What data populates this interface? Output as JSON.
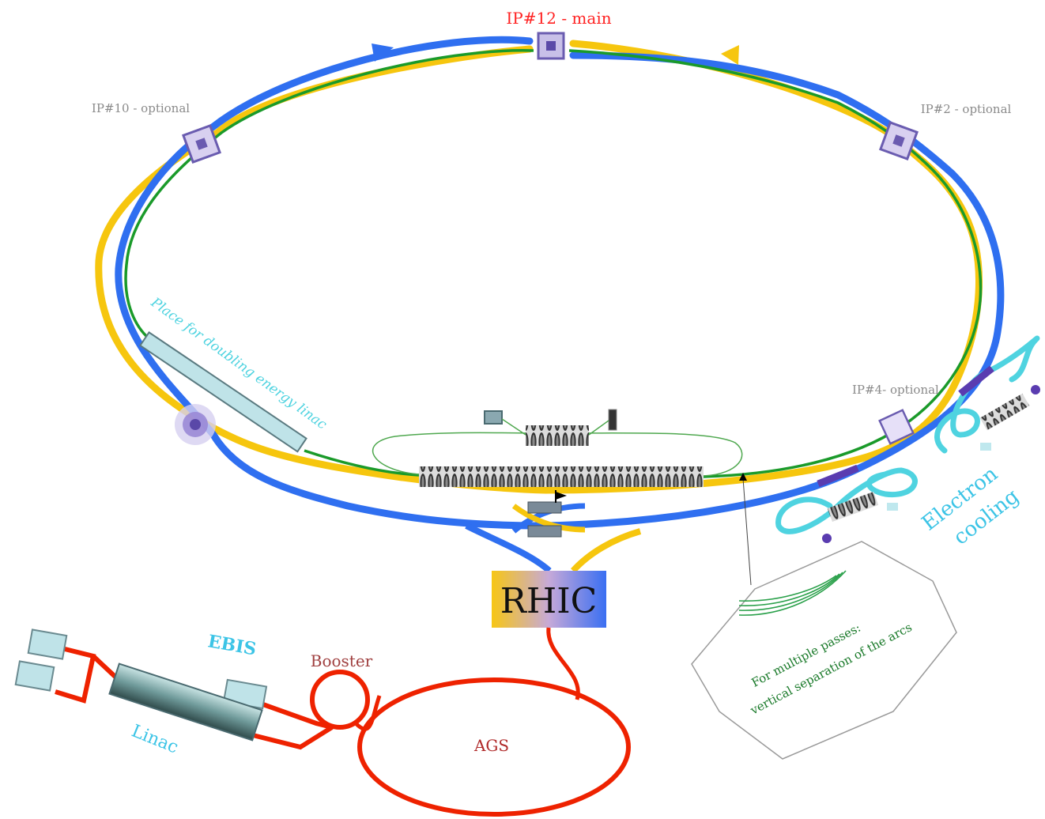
{
  "labels": {
    "ip12": "IP#12 - main",
    "ip10": "IP#10 - optional",
    "ip2": "IP#2 - optional",
    "ip4": "IP#4- optional",
    "linac_place": "Place for doubling energy linac",
    "rhic": "RHIC",
    "electron": "Electron",
    "cooling": "cooling",
    "ebis": "EBIS",
    "booster": "Booster",
    "linac": "Linac",
    "ags": "AGS",
    "multi_pass_line1": "For multiple passes:",
    "multi_pass_line2": "vertical separation of the arcs"
  },
  "colors": {
    "blue_ring": "#2f6ff0",
    "yellow_ring": "#f6c60e",
    "green_line": "#1a9a2a",
    "red_line": "#ee2200",
    "cyan_label": "#3cc4e6",
    "ip_box": "#7060b0",
    "ip_main_label": "#ff2222",
    "ip_opt_label": "#8a8a8a",
    "booster_label": "#a04040",
    "ags_label": "#b02a2a"
  }
}
